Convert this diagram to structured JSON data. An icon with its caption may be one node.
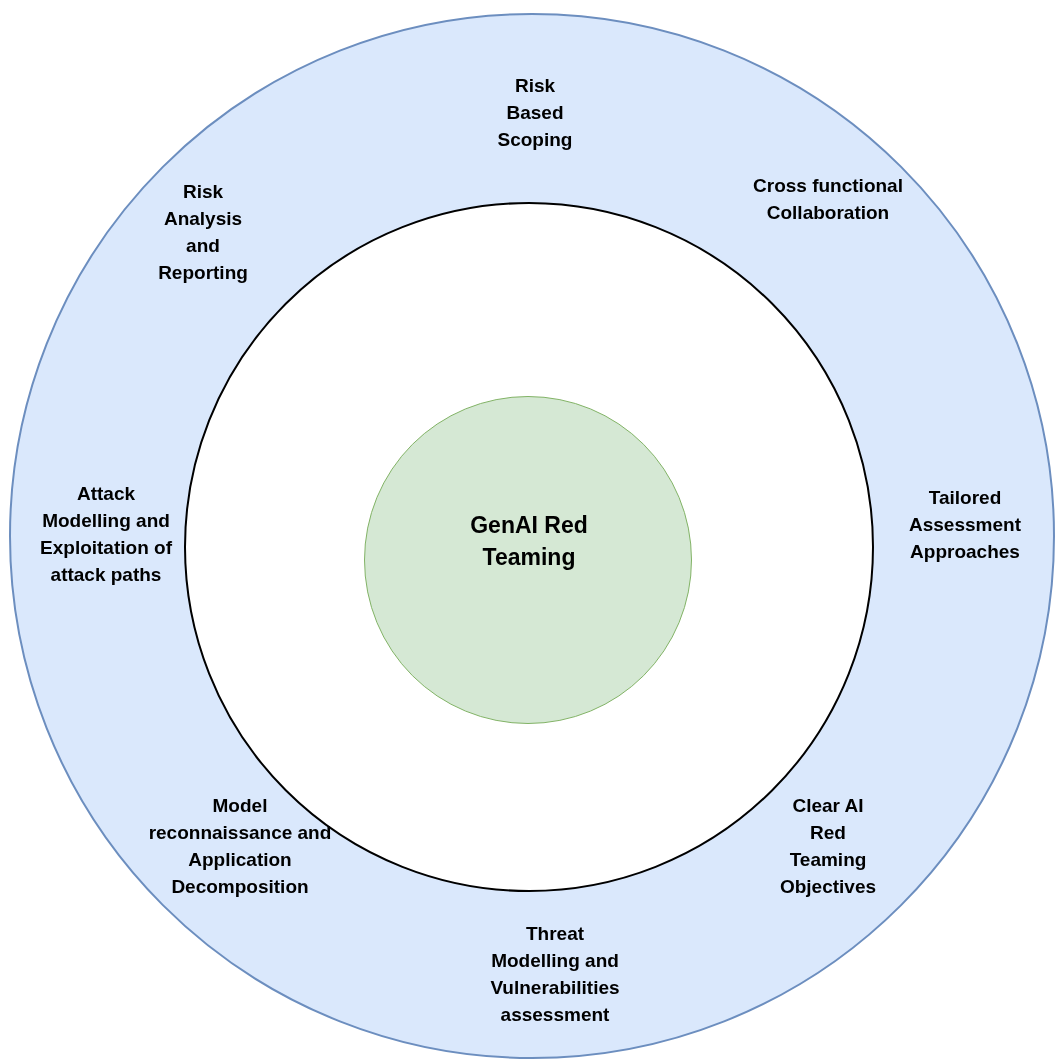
{
  "diagram": {
    "nodes": [
      {
        "text": [],
        "shape": "circle"
      },
      {
        "text": [],
        "shape": "circle",
        "in": 0
      },
      {
        "text": [
          "GenAI Red Teaming"
        ],
        "in": 1
      }
    ],
    "labels": [
      "Risk Based Scoping",
      "Risk Analysis and Reporting",
      "Cross functional Collaboration",
      "Attack Modelling and Exploitation of attack paths",
      "Tailored Assessment Approaches",
      "Model reconnaissance and Application Decomposition",
      "Clear AI Red Teaming Objectives",
      "Threat Modelling and Vulnerabilities assessment"
    ]
  }
}
